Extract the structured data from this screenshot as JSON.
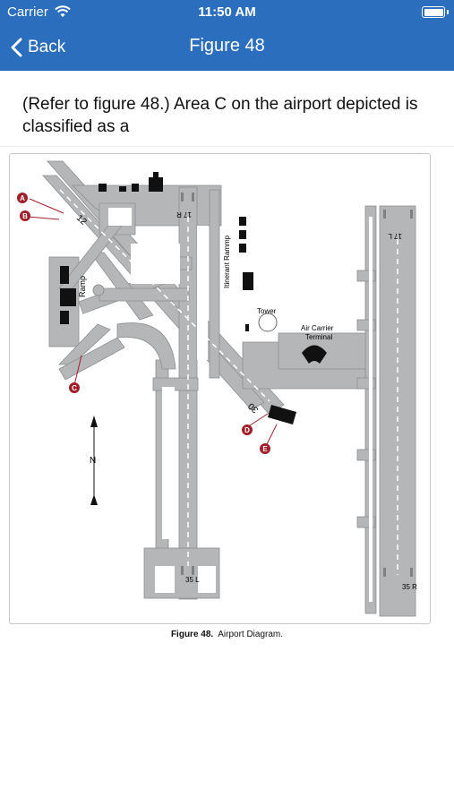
{
  "status_bar": {
    "carrier": "Carrier",
    "time": "11:50 AM",
    "icons": [
      "wifi-icon",
      "battery-icon"
    ]
  },
  "nav": {
    "back_label": "Back",
    "title": "Figure 48",
    "color": "#2a6ebd"
  },
  "question": {
    "text": "(Refer to figure 48.) Area C on the airport depicted is classified as a"
  },
  "figure": {
    "caption_label": "Figure 48.",
    "caption_text": "Airport Diagram.",
    "markers": [
      "A",
      "B",
      "C",
      "D",
      "E"
    ],
    "runway_labels": {
      "rw12": "12",
      "rw30": "30",
      "rw17r": "17\nR",
      "rw35l": "35\nL",
      "rw17l": "17\nL",
      "rw35r": "35\nR"
    },
    "area_labels": {
      "ramp": "Ramp",
      "itinerant": "Itinerant Rammp",
      "tower": "Tower",
      "terminal_line1": "Air Carrier",
      "terminal_line2": "Terminal",
      "north": "N"
    },
    "colors": {
      "pavement": "#b4b6b8",
      "marker": "#a0202a",
      "buildings": "#111111"
    }
  }
}
